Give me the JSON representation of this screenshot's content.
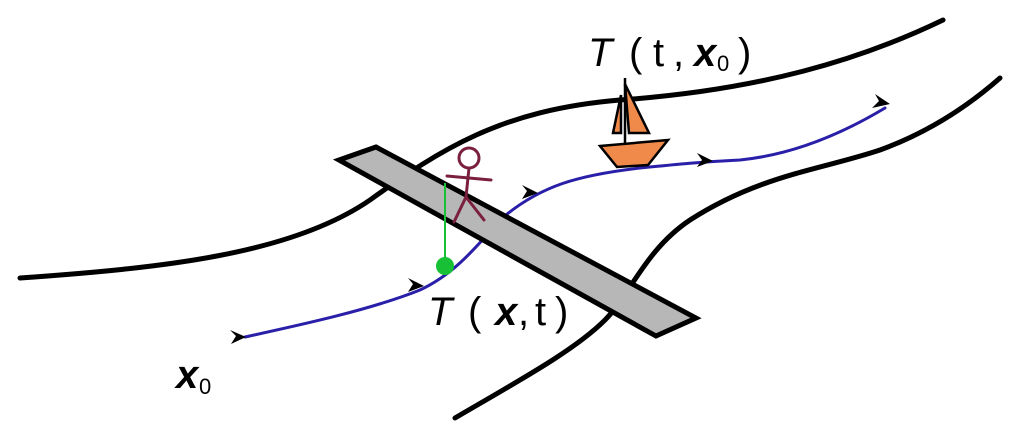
{
  "labels": {
    "boat_label": {
      "func": "T",
      "open": "(",
      "arg1": "t",
      "comma": ",",
      "arg2": "x",
      "arg2_sub": "0",
      "close": ")"
    },
    "observer_label": {
      "func": "T",
      "open": "(",
      "arg1": "x",
      "comma": ",",
      "arg2": "t",
      "close": ")"
    },
    "start_label": {
      "symbol": "x",
      "sub": "0"
    }
  },
  "colors": {
    "river_bank": "#000000",
    "trajectory": "#2a1fa8",
    "bridge_fill": "#b7b7b7",
    "bridge_stroke": "#000000",
    "observer": "#7a1f3d",
    "probe_dot": "#17c034",
    "probe_line": "#17c034",
    "boat_hull": "#f08a4b",
    "boat_sail": "#f08a4b",
    "boat_stroke": "#000000"
  }
}
